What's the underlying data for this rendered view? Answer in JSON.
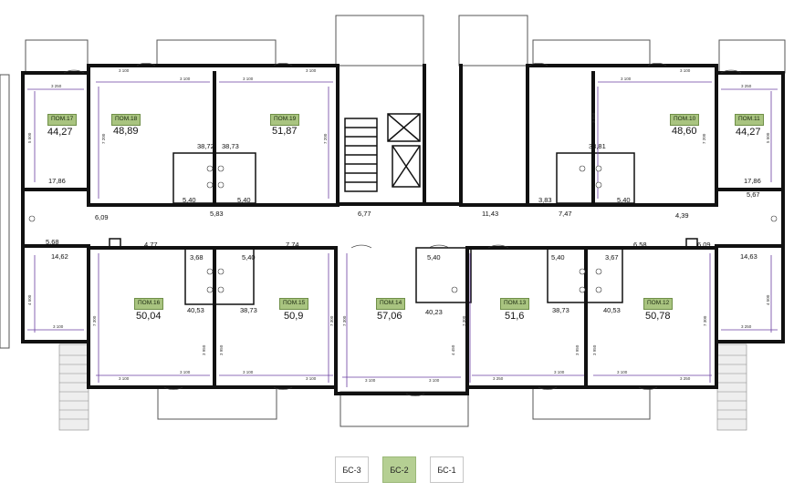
{
  "rooms": [
    {
      "id": "pom17",
      "tag": "ПОМ.17",
      "area": "44,27"
    },
    {
      "id": "pom18",
      "tag": "ПОМ.18",
      "area": "48,89"
    },
    {
      "id": "pom19",
      "tag": "ПОМ.19",
      "area": "51,87"
    },
    {
      "id": "pom10",
      "tag": "ПОМ.10",
      "area": "48,60"
    },
    {
      "id": "pom11",
      "tag": "ПОМ.11",
      "area": "44,27"
    },
    {
      "id": "pom16",
      "tag": "ПОМ.16",
      "area": "50,04"
    },
    {
      "id": "pom15",
      "tag": "ПОМ.15",
      "area": "50,9"
    },
    {
      "id": "pom14",
      "tag": "ПОМ.14",
      "area": "57,06"
    },
    {
      "id": "pom13",
      "tag": "ПОМ.13",
      "area": "51,6"
    },
    {
      "id": "pom12",
      "tag": "ПОМ.12",
      "area": "50,78"
    }
  ],
  "small_areas": [
    "17,86",
    "5,68",
    "14,62",
    "6,09",
    "4,77",
    "38,72",
    "38,73",
    "5,40",
    "5,40",
    "5,83",
    "7,74",
    "6,77",
    "3,68",
    "5,40",
    "40,53",
    "38,73",
    "11,43",
    "7,47",
    "38,81",
    "3,83",
    "5,40",
    "5,40",
    "4,39",
    "5,67",
    "17,86",
    "6,58",
    "6,09",
    "14,63",
    "3,67",
    "5,40",
    "38,73",
    "40,53",
    "40,23"
  ],
  "dimensions": [
    "3 100",
    "3 100",
    "3 100",
    "3 100",
    "3 250",
    "3 100",
    "3 100",
    "3 250",
    "3 100",
    "3 100",
    "3 100",
    "3 100",
    "3 100",
    "3 100",
    "3 250",
    "3 100",
    "3 100",
    "3 250",
    "5 500",
    "7 200",
    "7 200",
    "3 950",
    "7 200",
    "5 500",
    "4 500",
    "7 300",
    "3 950",
    "3 950",
    "7 300",
    "4 450",
    "7 300",
    "3 950",
    "3 950",
    "7 300",
    "4 500"
  ],
  "sections": {
    "bs3": "БС-3",
    "bs2": "БС-2",
    "bs1": "БС-1"
  },
  "colors": {
    "wall": "#111111",
    "tag_bg": "#a9c480",
    "active_section": "#b5cf93",
    "dimension": "#6a3fa0"
  }
}
